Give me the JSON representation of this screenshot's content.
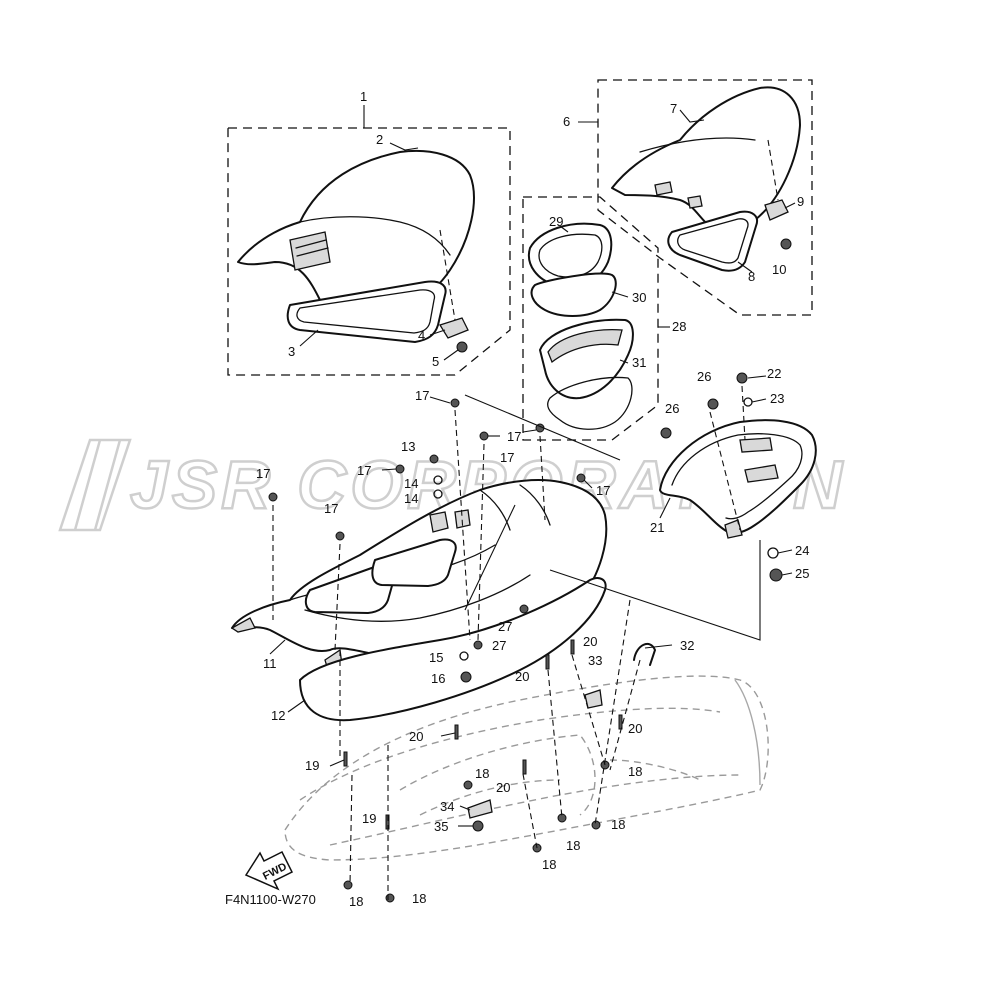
{
  "watermark": "JSR CORPORATION",
  "diagram_code": "F4N1100-W270",
  "fwd_label": "FWD",
  "callouts": [
    {
      "id": "c1",
      "label": "1"
    },
    {
      "id": "c2",
      "label": "2"
    },
    {
      "id": "c3",
      "label": "3"
    },
    {
      "id": "c4",
      "label": "4"
    },
    {
      "id": "c5",
      "label": "5"
    },
    {
      "id": "c6",
      "label": "6"
    },
    {
      "id": "c7",
      "label": "7"
    },
    {
      "id": "c8",
      "label": "8"
    },
    {
      "id": "c9",
      "label": "9"
    },
    {
      "id": "c10",
      "label": "10"
    },
    {
      "id": "c11",
      "label": "11"
    },
    {
      "id": "c12",
      "label": "12"
    },
    {
      "id": "c13",
      "label": "13"
    },
    {
      "id": "c14a",
      "label": "14"
    },
    {
      "id": "c14b",
      "label": "14"
    },
    {
      "id": "c15",
      "label": "15"
    },
    {
      "id": "c16",
      "label": "16"
    },
    {
      "id": "c17a",
      "label": "17"
    },
    {
      "id": "c17b",
      "label": "17"
    },
    {
      "id": "c17c",
      "label": "17"
    },
    {
      "id": "c17d",
      "label": "17"
    },
    {
      "id": "c17e",
      "label": "17"
    },
    {
      "id": "c17f",
      "label": "17"
    },
    {
      "id": "c17g",
      "label": "17"
    },
    {
      "id": "c18a",
      "label": "18"
    },
    {
      "id": "c18b",
      "label": "18"
    },
    {
      "id": "c18c",
      "label": "18"
    },
    {
      "id": "c18d",
      "label": "18"
    },
    {
      "id": "c18e",
      "label": "18"
    },
    {
      "id": "c18f",
      "label": "18"
    },
    {
      "id": "c18g",
      "label": "18"
    },
    {
      "id": "c19a",
      "label": "19"
    },
    {
      "id": "c19b",
      "label": "19"
    },
    {
      "id": "c20a",
      "label": "20"
    },
    {
      "id": "c20b",
      "label": "20"
    },
    {
      "id": "c20c",
      "label": "20"
    },
    {
      "id": "c20d",
      "label": "20"
    },
    {
      "id": "c20e",
      "label": "20"
    },
    {
      "id": "c21",
      "label": "21"
    },
    {
      "id": "c22",
      "label": "22"
    },
    {
      "id": "c23",
      "label": "23"
    },
    {
      "id": "c24",
      "label": "24"
    },
    {
      "id": "c25",
      "label": "25"
    },
    {
      "id": "c26a",
      "label": "26"
    },
    {
      "id": "c26b",
      "label": "26"
    },
    {
      "id": "c27a",
      "label": "27"
    },
    {
      "id": "c27b",
      "label": "27"
    },
    {
      "id": "c28",
      "label": "28"
    },
    {
      "id": "c29",
      "label": "29"
    },
    {
      "id": "c30",
      "label": "30"
    },
    {
      "id": "c31",
      "label": "31"
    },
    {
      "id": "c32",
      "label": "32"
    },
    {
      "id": "c33",
      "label": "33"
    },
    {
      "id": "c34",
      "label": "34"
    },
    {
      "id": "c35",
      "label": "35"
    }
  ]
}
